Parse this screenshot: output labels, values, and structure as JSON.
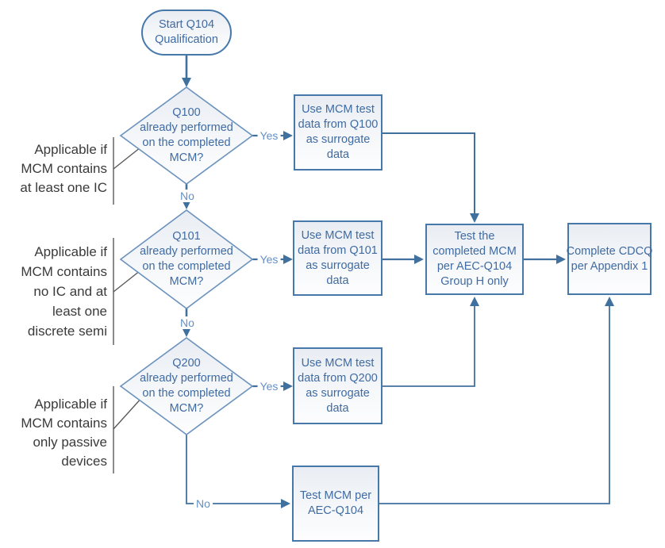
{
  "colors": {
    "node_border": "#4678aa",
    "diamond_border": "#6a92bd",
    "node_text": "#3f6ba3",
    "edge_line": "#40719e",
    "edge_label_text": "#6390c6",
    "callout_line": "#595959",
    "annotation_text": "#3a3a3a"
  },
  "nodes": {
    "start": {
      "lines": [
        "Start Q104",
        "Qualification"
      ]
    },
    "q100_decision": {
      "lines": [
        "Q100",
        "already performed",
        "on the completed",
        "MCM?"
      ]
    },
    "q101_decision": {
      "lines": [
        "Q101",
        "already performed",
        "on the completed",
        "MCM?"
      ]
    },
    "q200_decision": {
      "lines": [
        "Q200",
        "already performed",
        "on the completed",
        "MCM?"
      ]
    },
    "q100_surrogate": {
      "lines": [
        "Use MCM test",
        "data from Q100",
        "as surrogate",
        "data"
      ]
    },
    "q101_surrogate": {
      "lines": [
        "Use MCM test",
        "data from Q101",
        "as surrogate",
        "data"
      ]
    },
    "q200_surrogate": {
      "lines": [
        "Use MCM test",
        "data from Q200",
        "as surrogate",
        "data"
      ]
    },
    "group_h_test": {
      "lines": [
        "Test the",
        "completed MCM",
        "per AEC-Q104",
        "Group H only"
      ]
    },
    "cdcq": {
      "lines": [
        "Complete CDCQ",
        "per Appendix 1"
      ]
    },
    "test_mcm": {
      "lines": [
        "Test MCM per",
        "AEC-Q104"
      ]
    }
  },
  "edge_labels": {
    "q100_yes": "Yes",
    "q100_no": "No",
    "q101_yes": "Yes",
    "q101_no": "No",
    "q200_yes": "Yes",
    "q200_no": "No"
  },
  "annotations": {
    "at_least_one_ic": {
      "lines": [
        "Applicable if",
        "MCM contains",
        "at least one IC"
      ]
    },
    "discrete_semi": {
      "lines": [
        "Applicable if",
        "MCM contains",
        "no IC and at",
        "least one",
        "discrete semi"
      ]
    },
    "passive_only": {
      "lines": [
        "Applicable if",
        "MCM contains",
        "only passive",
        "devices"
      ]
    }
  }
}
